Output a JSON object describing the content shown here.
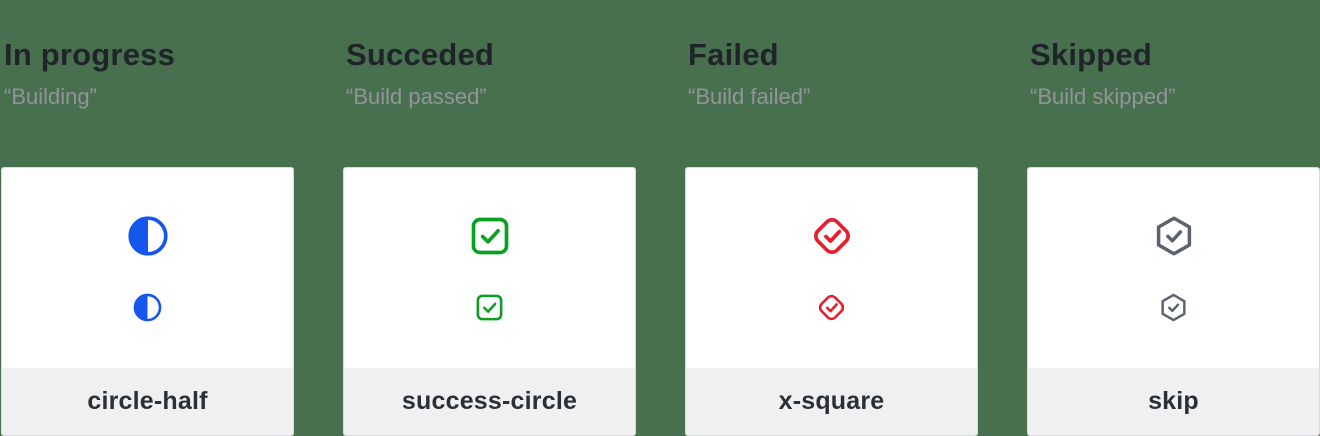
{
  "page": {
    "background_color": "#48704E"
  },
  "columns": [
    {
      "heading": "In progress",
      "quote": "“Building”",
      "icon": "circle-half-icon",
      "label": "circle-half",
      "color": "#1556EC"
    },
    {
      "heading": "Succeded",
      "quote": "“Build passed”",
      "icon": "check-square-icon",
      "label": "success-circle",
      "color": "#0AA023"
    },
    {
      "heading": "Failed",
      "quote": "“Build failed”",
      "icon": "check-diamond-icon",
      "label": "x-square",
      "color": "#E91C2B"
    },
    {
      "heading": "Skipped",
      "quote": "“Build skipped”",
      "icon": "check-hexagon-icon",
      "label": "skip",
      "color": "#5B6270"
    }
  ]
}
